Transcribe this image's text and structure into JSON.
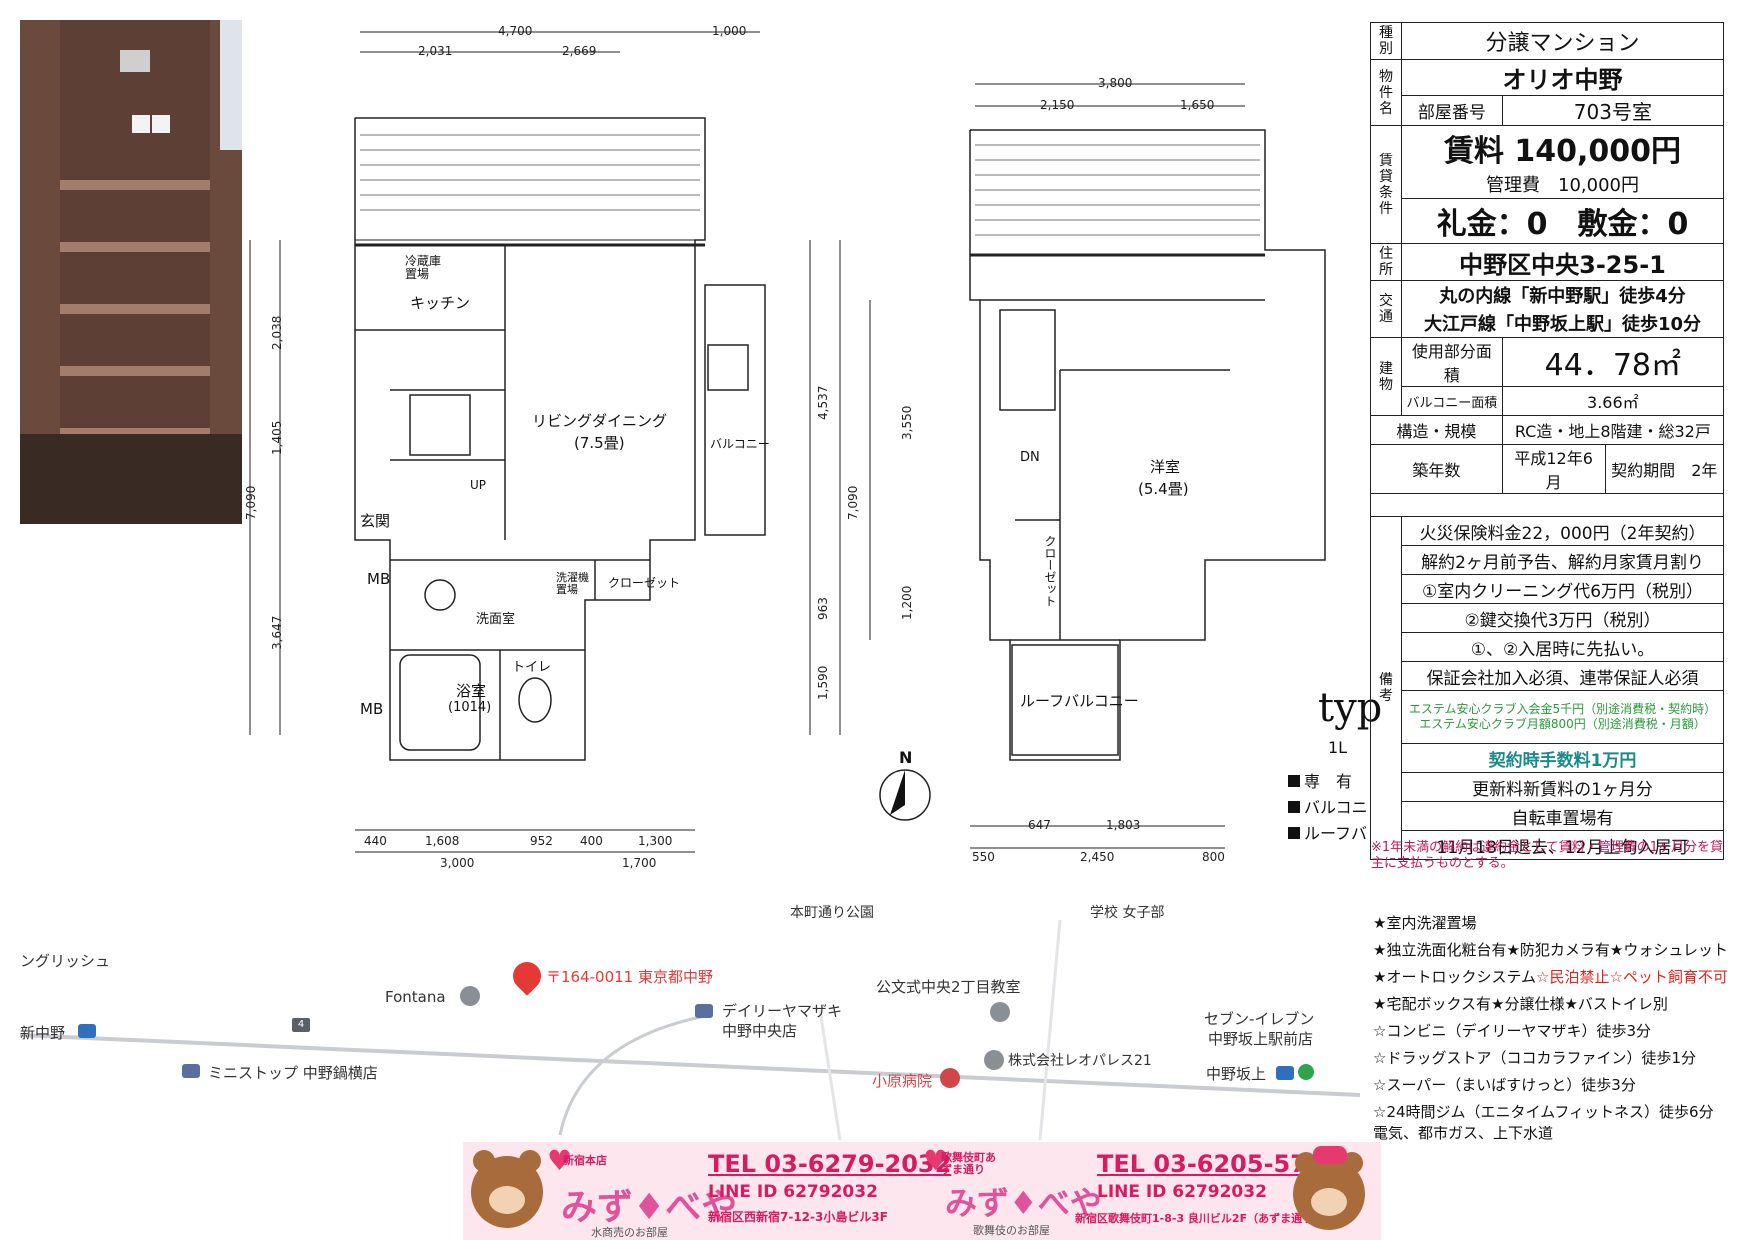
{
  "plan_left": {
    "top_dims": [
      "4,700",
      "1,000",
      "2,031",
      "2,669"
    ],
    "left_dims": [
      "2,038",
      "1,405",
      "7,090",
      "3,647"
    ],
    "right_dims": [
      "4,537",
      "7,090",
      "963",
      "1,590"
    ],
    "bottom_dims": [
      "440",
      "1,608",
      "952",
      "400",
      "1,300",
      "3,000",
      "1,700"
    ],
    "rooms": {
      "storage": "冷蔵庫置場",
      "kitchen": "キッチン",
      "living": "リビングダイニング",
      "living_size": "(7.5畳)",
      "balcony": "バルコニー",
      "up": "UP",
      "entrance": "玄関",
      "mb1": "MB",
      "mb2": "MB",
      "washroom": "洗面室",
      "laundry": "洗濯機置場",
      "closet": "クローゼット",
      "bath": "浴室",
      "bath_size": "(1014)",
      "toilet": "トイレ"
    }
  },
  "plan_right": {
    "top_dims": [
      "3,800",
      "2,150",
      "1,650"
    ],
    "left_dims": [
      "3,550",
      "1,200"
    ],
    "bottom_dims": [
      "647",
      "1,803",
      "550",
      "2,450",
      "800"
    ],
    "rooms": {
      "dn": "DN",
      "western": "洋室",
      "western_size": "(5.4畳)",
      "closet": "クローゼット",
      "roof_balcony": "ルーフバルコニー"
    },
    "north": "N",
    "type_text": "typ",
    "type_sub": "1L",
    "legend": [
      "専　有",
      "バルコニ",
      "ルーフバ"
    ]
  },
  "info": {
    "type_label": "種別",
    "type": "分譲マンション",
    "name_label": "物件名",
    "name": "オリオ中野",
    "room_no_label": "部屋番号",
    "room_no": "703号室",
    "terms_label": "賃貸条件",
    "rent": "賃料 140,000円",
    "mgmt": "管理費　10,000円",
    "deposit": "礼金：0　敷金：0",
    "address_label": "住所",
    "address": "中野区中央3-25-1",
    "transit_label": "交通",
    "transit1": "丸の内線「新中野駅」徒歩4分",
    "transit2": "大江戸線「中野坂上駅」徒歩10分",
    "bldg_label": "建物",
    "area_label": "使用部分面積",
    "area": "44．78㎡",
    "balcony_label": "バルコニー面積",
    "balcony": "3.66㎡",
    "structure_label": "構造・規模",
    "structure": "RC造・地上8階建・総32戸",
    "built_label": "築年数",
    "built": "平成12年6月",
    "contract_label": "契約期間",
    "contract": "2年",
    "remarks_label": "備考",
    "remarks": [
      "火災保険料金22，000円（2年契約）",
      "解約2ヶ月前予告、解約月家賃月割り",
      "①室内クリーニング代6万円（税別）",
      "②鍵交換代3万円（税別）",
      "①、②入居時に先払い。",
      "保証会社加入必須、連帯保証人必須"
    ],
    "remarks_green": "エステム安心クラブ入会金5千円（別途消費税・契約時）エステム安心クラブ月額800円（別途消費税・月額）",
    "fee": "契約時手数料1万円",
    "renewal": "更新料新賃料の1ヶ月分",
    "bicycle": "自転車置場有",
    "move": "11月18日退去、12月上旬入居可"
  },
  "note": "※1年未満の解約は違約金として賃料・管理費の1ヶ月分を貸主に支払うものとする。",
  "features": [
    "★室内洗濯置場",
    "★独立洗面化粧台有★防犯カメラ有★ウォシュレット",
    "★オートロックシステム",
    "☆民泊禁止☆ペット飼育不可",
    "★宅配ボックス有★分譲仕様★バストイレ別",
    "☆コンビニ（デイリーヤマザキ）徒歩3分",
    "☆ドラッグストア（ココカラファイン）徒歩1分",
    "☆スーパー（まいばすけっと）徒歩3分",
    "☆24時間ジム（エニタイムフィットネス）徒歩6分",
    "電気、都市ガス、上下水道"
  ],
  "map": {
    "park": "本町通り公園",
    "school": "学校 女子部",
    "english": "ングリッシュ",
    "fontana": "Fontana",
    "postal": "〒164-0011 東京都中野",
    "kumon": "公文式中央2丁目教室",
    "daily": "デイリーヤマザキ",
    "daily2": "中野中央店",
    "seven": "セブン-イレブン",
    "seven2": "中野坂上駅前店",
    "shinnakano": "新中野",
    "route4": "4",
    "ministop": "ミニストップ 中野鍋横店",
    "leo": "株式会社レオパレス21",
    "ohara": "小原病院",
    "sakaue": "中野坂上"
  },
  "ad": {
    "badge1": "新宿本店",
    "badge2": "歌舞伎町あずま通り",
    "logo": "みず♦べや",
    "sub1": "水商売のお部屋",
    "sub2": "歌舞伎のお部屋",
    "tel1": "TEL 03-6279-2032",
    "line1": "LINE ID 62792032",
    "addr1": "新宿区西新宿7-12-3小島ビル3F",
    "tel2": "TEL 03-6205-5732",
    "line2": "LINE ID 62792032",
    "addr2": "新宿区歌舞伎町1-8-3 良川ビル2F（あずま通り）"
  }
}
